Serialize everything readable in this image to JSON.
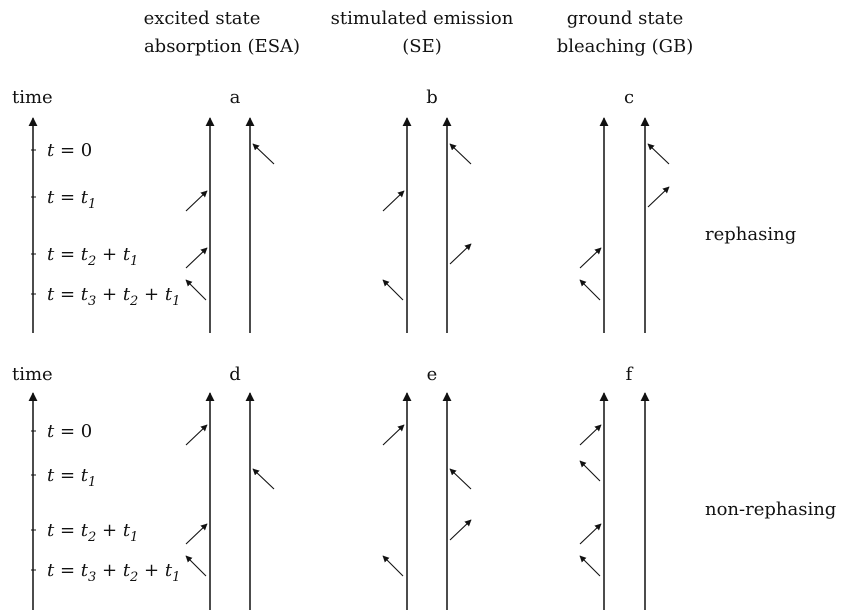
{
  "column_headers": [
    {
      "line1": "excited state",
      "line2": "absorption (ESA)"
    },
    {
      "line1": "stimulated emission",
      "line2": "(SE)"
    },
    {
      "line1": "ground state",
      "line2": "bleaching (GB)"
    }
  ],
  "row_labels": [
    "rephasing",
    "non-rephasing"
  ],
  "time_axis_label": "time",
  "time_labels": [
    {
      "parts": [
        {
          "t": "t"
        },
        {
          "t": " = ",
          "rm": 1
        },
        {
          "t": "t"
        },
        {
          "t": "3",
          "sub": 1
        },
        {
          "t": " + ",
          "rm": 1
        },
        {
          "t": "t"
        },
        {
          "t": "2",
          "sub": 1
        },
        {
          "t": " + ",
          "rm": 1
        },
        {
          "t": "t"
        },
        {
          "t": "1",
          "sub": 1
        }
      ]
    },
    {
      "parts": [
        {
          "t": "t"
        },
        {
          "t": " = ",
          "rm": 1
        },
        {
          "t": "t"
        },
        {
          "t": "2",
          "sub": 1
        },
        {
          "t": " + ",
          "rm": 1
        },
        {
          "t": "t"
        },
        {
          "t": "1",
          "sub": 1
        }
      ]
    },
    {
      "parts": [
        {
          "t": "t"
        },
        {
          "t": " = ",
          "rm": 1
        },
        {
          "t": "t"
        },
        {
          "t": "1",
          "sub": 1
        }
      ]
    },
    {
      "parts": [
        {
          "t": "t"
        },
        {
          "t": " = 0",
          "rm": 1
        }
      ]
    }
  ],
  "panels": [
    {
      "letter": "a",
      "arrows": [
        {
          "side": "left",
          "dir": "out",
          "t": 3
        },
        {
          "side": "left",
          "dir": "in",
          "t": 2
        },
        {
          "side": "left",
          "dir": "in",
          "t": 1
        },
        {
          "side": "right",
          "dir": "in",
          "t": 0
        }
      ]
    },
    {
      "letter": "b",
      "arrows": [
        {
          "side": "left",
          "dir": "out",
          "t": 3
        },
        {
          "side": "right",
          "dir": "out",
          "t": 2
        },
        {
          "side": "left",
          "dir": "in",
          "t": 1
        },
        {
          "side": "right",
          "dir": "in",
          "t": 0
        }
      ]
    },
    {
      "letter": "c",
      "arrows": [
        {
          "side": "left",
          "dir": "out",
          "t": 3
        },
        {
          "side": "left",
          "dir": "in",
          "t": 2
        },
        {
          "side": "right",
          "dir": "out",
          "t": 1
        },
        {
          "side": "right",
          "dir": "in",
          "t": 0
        }
      ]
    },
    {
      "letter": "d",
      "arrows": [
        {
          "side": "left",
          "dir": "out",
          "t": 3
        },
        {
          "side": "left",
          "dir": "in",
          "t": 2
        },
        {
          "side": "right",
          "dir": "in",
          "t": 1
        },
        {
          "side": "left",
          "dir": "in",
          "t": 0
        }
      ]
    },
    {
      "letter": "e",
      "arrows": [
        {
          "side": "left",
          "dir": "out",
          "t": 3
        },
        {
          "side": "right",
          "dir": "out",
          "t": 2
        },
        {
          "side": "right",
          "dir": "in",
          "t": 1
        },
        {
          "side": "left",
          "dir": "in",
          "t": 0
        }
      ]
    },
    {
      "letter": "f",
      "arrows": [
        {
          "side": "left",
          "dir": "out",
          "t": 3
        },
        {
          "side": "left",
          "dir": "in",
          "t": 2
        },
        {
          "side": "left",
          "dir": "out",
          "t": 1
        },
        {
          "side": "left",
          "dir": "in",
          "t": 0
        }
      ]
    }
  ],
  "colors": {
    "ink": "#111111",
    "background": "#ffffff"
  }
}
